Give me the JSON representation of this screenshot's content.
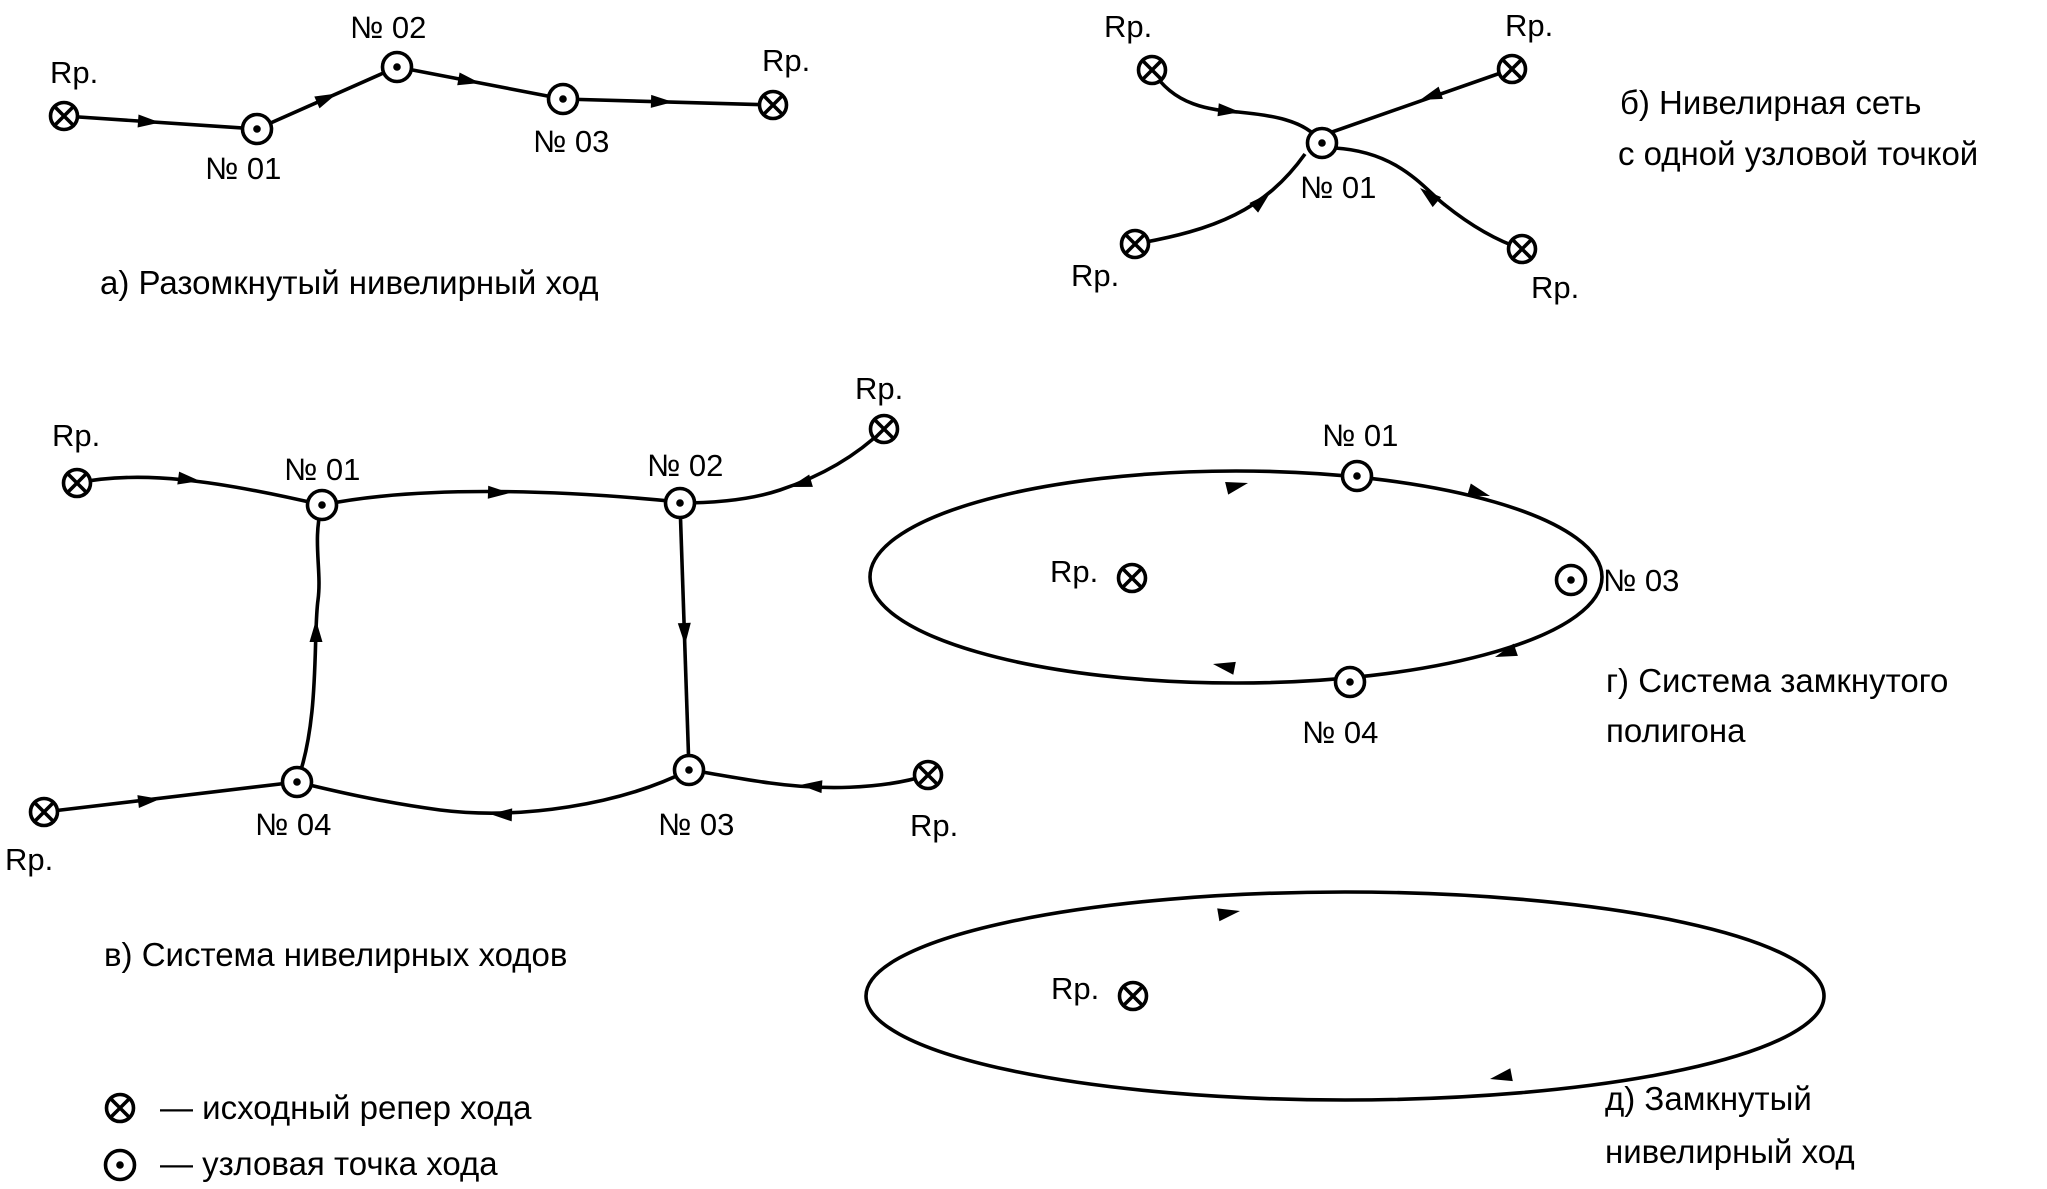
{
  "symbols": {
    "benchmark": "Rp.",
    "node_prefix": "№"
  },
  "captions": {
    "a": "а) Разомкнутый нивелирный ход",
    "b_line1": "б) Нивелирная сеть",
    "b_line2": "с одной узловой точкой",
    "v": "в) Система нивелирных ходов",
    "g_line1": "г) Система замкнутого",
    "g_line2": "полигона",
    "d_line1": "д) Замкнутый",
    "d_line2": "нивелирный ход"
  },
  "legend": {
    "benchmark_text": "— исходный репер хода",
    "node_text": "— узловая точка хода",
    "benchmark_icon": "circle-cross-icon",
    "node_icon": "circle-dot-icon"
  },
  "diagram_a": {
    "rp_start": "Rp.",
    "rp_end": "Rp.",
    "n01": "№ 01",
    "n02": "№ 02",
    "n03": "№ 03"
  },
  "diagram_b": {
    "rp_top_left": "Rp.",
    "rp_top_right": "Rp.",
    "rp_bottom_left": "Rp.",
    "rp_bottom_right": "Rp.",
    "n01": "№ 01"
  },
  "diagram_v": {
    "rp_top_left": "Rp.",
    "rp_top_right": "Rp.",
    "rp_bottom_left": "Rp.",
    "rp_bottom_right": "Rp.",
    "n01": "№ 01",
    "n02": "№ 02",
    "n03": "№ 03",
    "n04": "№ 04"
  },
  "diagram_g": {
    "rp": "Rp.",
    "n01": "№ 01",
    "n03": "№ 03",
    "n04": "№ 04"
  },
  "diagram_d": {
    "rp": "Rp."
  }
}
